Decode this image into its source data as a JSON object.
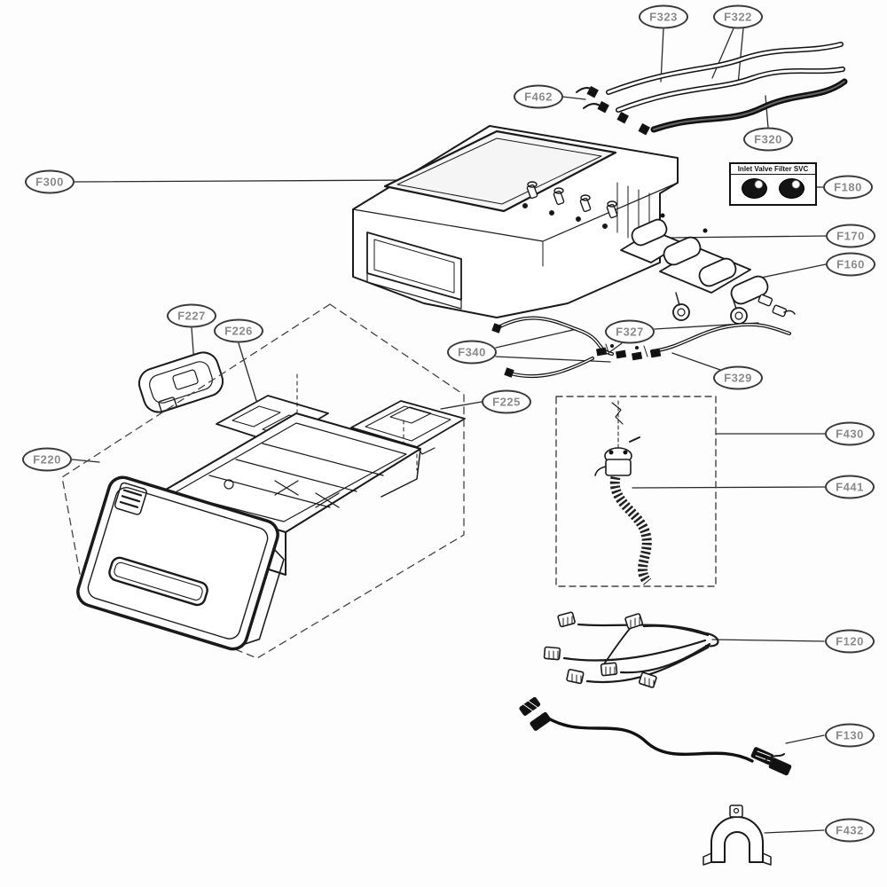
{
  "diagram": {
    "svc_box": {
      "title": "Inlet Valve Filter SVC"
    },
    "labels": [
      {
        "id": "F323"
      },
      {
        "id": "F322"
      },
      {
        "id": "F462"
      },
      {
        "id": "F320"
      },
      {
        "id": "F300"
      },
      {
        "id": "F180"
      },
      {
        "id": "F170"
      },
      {
        "id": "F160"
      },
      {
        "id": "F227"
      },
      {
        "id": "F226"
      },
      {
        "id": "F340"
      },
      {
        "id": "F327"
      },
      {
        "id": "F329"
      },
      {
        "id": "F225"
      },
      {
        "id": "F220"
      },
      {
        "id": "F430"
      },
      {
        "id": "F441"
      },
      {
        "id": "F120"
      },
      {
        "id": "F130"
      },
      {
        "id": "F432"
      }
    ],
    "line_color": "#1a1a1a"
  }
}
